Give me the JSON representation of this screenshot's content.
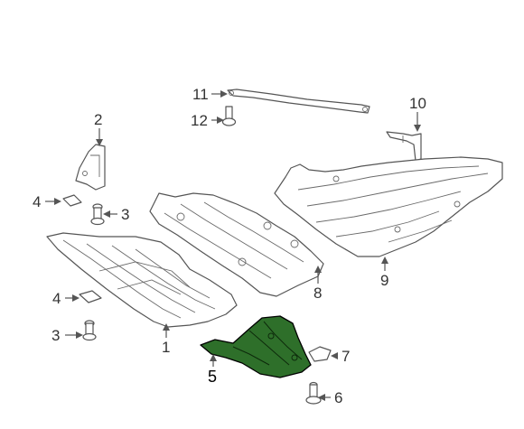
{
  "diagram": {
    "highlight_color": "#2e6f2a",
    "line_color": "#555555",
    "callouts": [
      {
        "id": "c1",
        "label": "1"
      },
      {
        "id": "c2",
        "label": "2"
      },
      {
        "id": "c3a",
        "label": "3"
      },
      {
        "id": "c3b",
        "label": "3"
      },
      {
        "id": "c4a",
        "label": "4"
      },
      {
        "id": "c4b",
        "label": "4"
      },
      {
        "id": "c5",
        "label": "5"
      },
      {
        "id": "c6",
        "label": "6"
      },
      {
        "id": "c7",
        "label": "7"
      },
      {
        "id": "c8",
        "label": "8"
      },
      {
        "id": "c9",
        "label": "9"
      },
      {
        "id": "c10",
        "label": "10"
      },
      {
        "id": "c11",
        "label": "11"
      },
      {
        "id": "c12",
        "label": "12"
      }
    ]
  }
}
